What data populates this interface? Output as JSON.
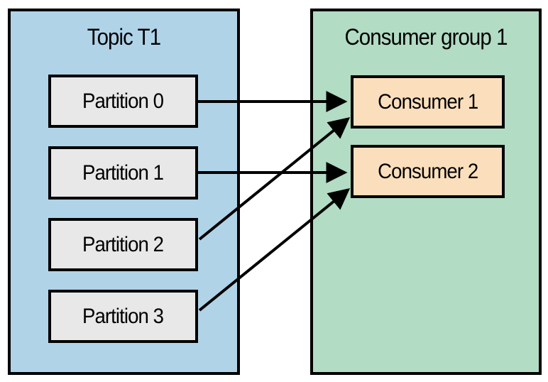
{
  "diagram": {
    "topic": {
      "title": "Topic T1",
      "partitions": [
        {
          "label": "Partition 0"
        },
        {
          "label": "Partition 1"
        },
        {
          "label": "Partition 2"
        },
        {
          "label": "Partition 3"
        }
      ]
    },
    "consumer_group": {
      "title": "Consumer group 1",
      "consumers": [
        {
          "label": "Consumer 1"
        },
        {
          "label": "Consumer 2"
        }
      ]
    },
    "connections": [
      {
        "from": "Partition 0",
        "to": "Consumer 1",
        "style": "horizontal"
      },
      {
        "from": "Partition 1",
        "to": "Consumer 2",
        "style": "horizontal"
      },
      {
        "from": "Partition 2",
        "to": "Consumer 1",
        "style": "diagonal"
      },
      {
        "from": "Partition 3",
        "to": "Consumer 2",
        "style": "diagonal"
      }
    ],
    "colors": {
      "topic_bg": "#b0d3e8",
      "consumer_group_bg": "#b2dcc4",
      "partition_bg": "#e8e8e8",
      "consumer_bg": "#fbdfbd",
      "border": "#000000",
      "arrow": "#000000",
      "page_bg": "#ffffff"
    }
  }
}
